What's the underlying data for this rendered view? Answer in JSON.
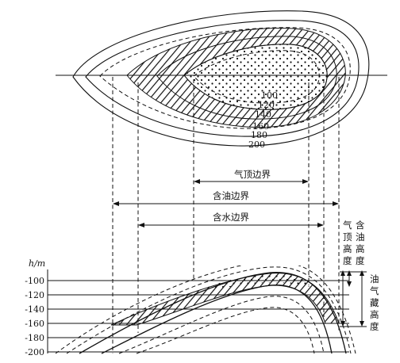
{
  "map": {
    "contour_labels": [
      "100",
      "120",
      "140",
      "160",
      "180",
      "200"
    ]
  },
  "boundaries": {
    "gas_cap": "气顶边界",
    "oil": "含油边界",
    "water": "含水边界"
  },
  "heights": {
    "gas_cap_height": [
      "气",
      "顶",
      "高",
      "度"
    ],
    "oil_height": [
      "含",
      "油",
      "高",
      "度"
    ],
    "reservoir_height": [
      "油",
      "气",
      "藏",
      "高",
      "度"
    ]
  },
  "section": {
    "axis_title": "h/m",
    "tick_labels": [
      "-100",
      "-120",
      "-140",
      "-160",
      "-180",
      "-200"
    ]
  }
}
